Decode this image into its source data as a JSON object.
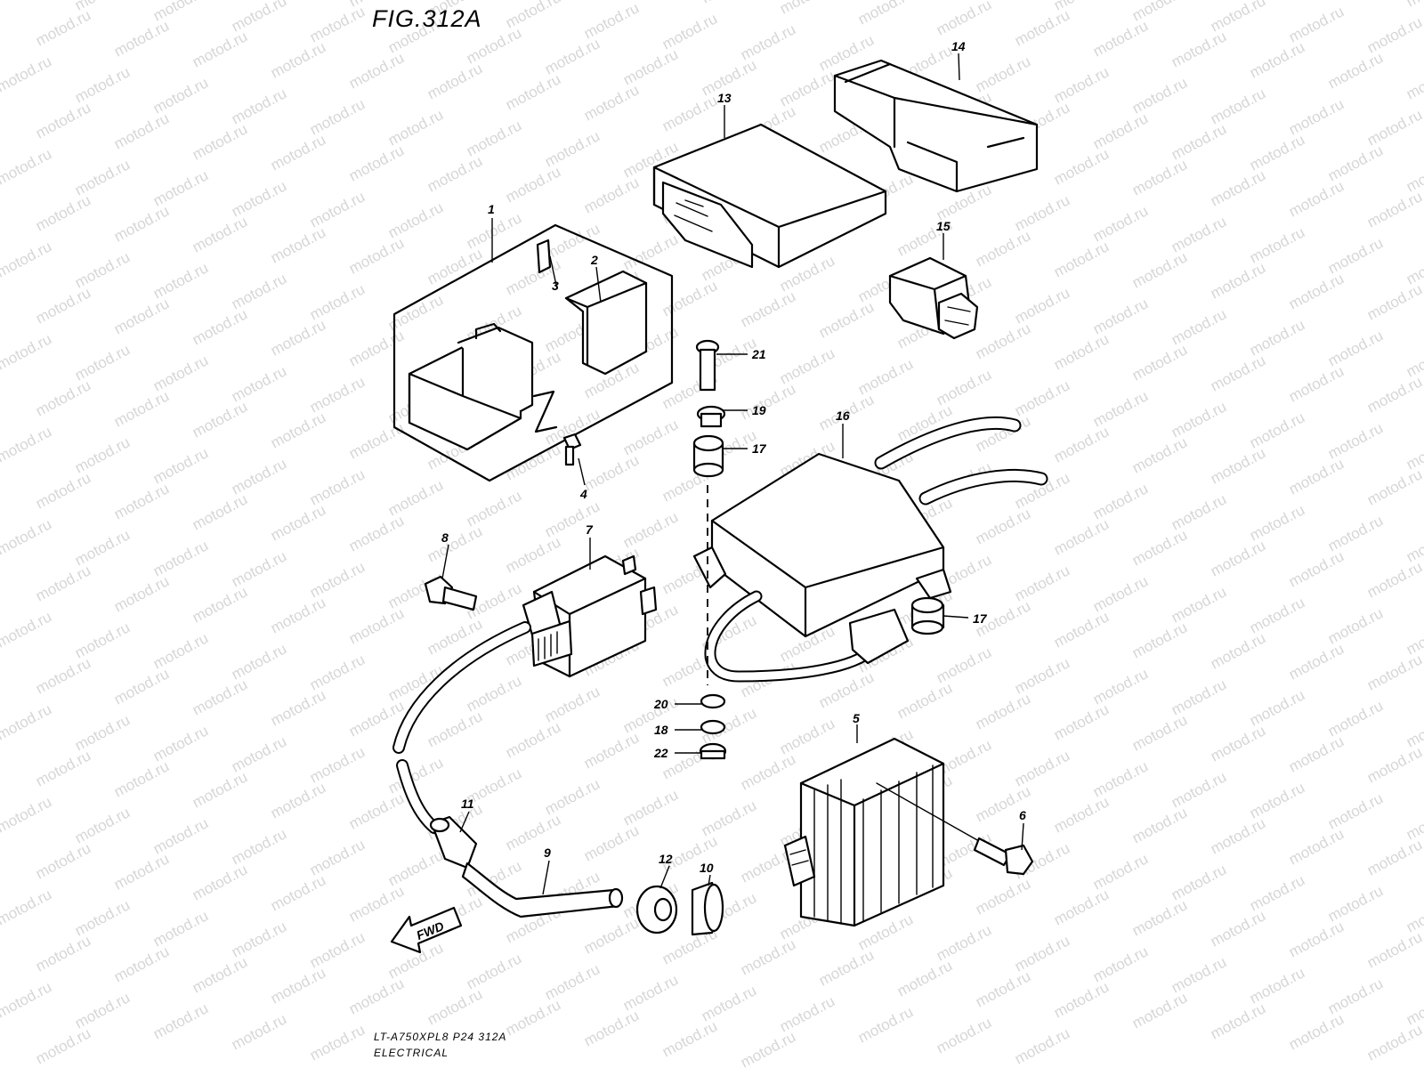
{
  "figure": {
    "title": "FIG.312A",
    "model_code": "LT-A750XPL8  P24  312A",
    "section_name": "ELECTRICAL"
  },
  "watermark": {
    "text": "motod.ru"
  },
  "callouts": [
    "1",
    "2",
    "3",
    "4",
    "5",
    "6",
    "7",
    "8",
    "9",
    "10",
    "11",
    "12",
    "13",
    "14",
    "15",
    "16",
    "17",
    "17",
    "18",
    "19",
    "20",
    "21",
    "22"
  ],
  "fwd_label": "FWD"
}
